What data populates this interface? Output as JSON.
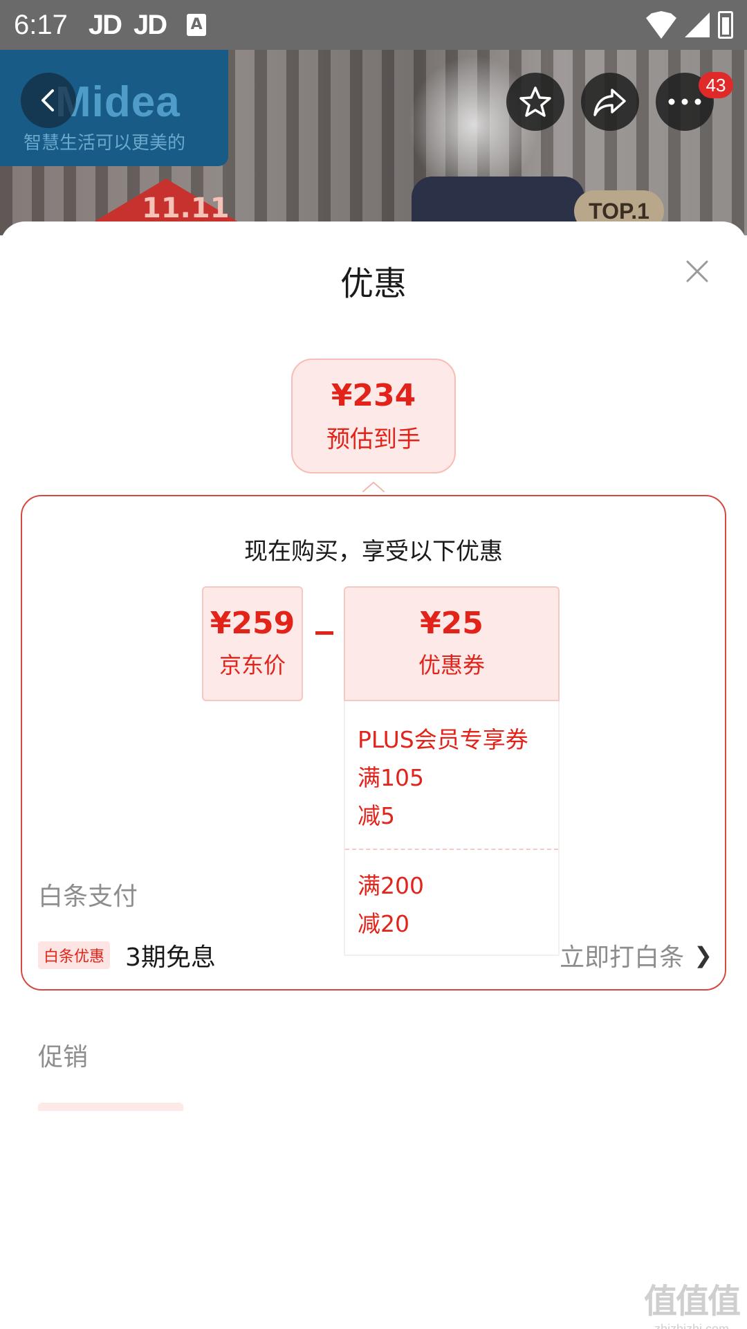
{
  "status_bar": {
    "time": "6:17",
    "apps": [
      "JD",
      "JD"
    ],
    "a_badge": "A"
  },
  "product_background": {
    "brand_logo": "Midea",
    "brand_slogan": "智慧生活可以更美的",
    "tag_text": "11.11",
    "badge_text": "TOP.1",
    "message_count": "43"
  },
  "sheet": {
    "title": "优惠",
    "estimate": {
      "price": "¥234",
      "label": "预估到手"
    },
    "promo_heading": "现在购买，享受以下优惠",
    "jd_price": {
      "price": "¥259",
      "label": "京东价"
    },
    "coupon": {
      "price": "¥25",
      "label": "优惠券"
    },
    "coupon_items": [
      {
        "lines": [
          "PLUS会员专享券",
          "满105",
          "减5"
        ]
      },
      {
        "lines": [
          "满200",
          "减20"
        ]
      }
    ],
    "baitiao": {
      "section_title": "白条支付",
      "tag": "白条优惠",
      "text": "3期免息",
      "link": "立即打白条",
      "chevron": "❯"
    },
    "promo_section_title": "促销"
  },
  "watermark": {
    "mark": "值值值",
    "url": "zhizhizhi.com"
  },
  "colors": {
    "accent": "#e2231a",
    "accent_bg": "#fde9e7",
    "frame": "#d7473f"
  },
  "icons": [
    "back-icon",
    "star-icon",
    "share-icon",
    "more-icon",
    "close-icon",
    "chevron-right-icon"
  ]
}
